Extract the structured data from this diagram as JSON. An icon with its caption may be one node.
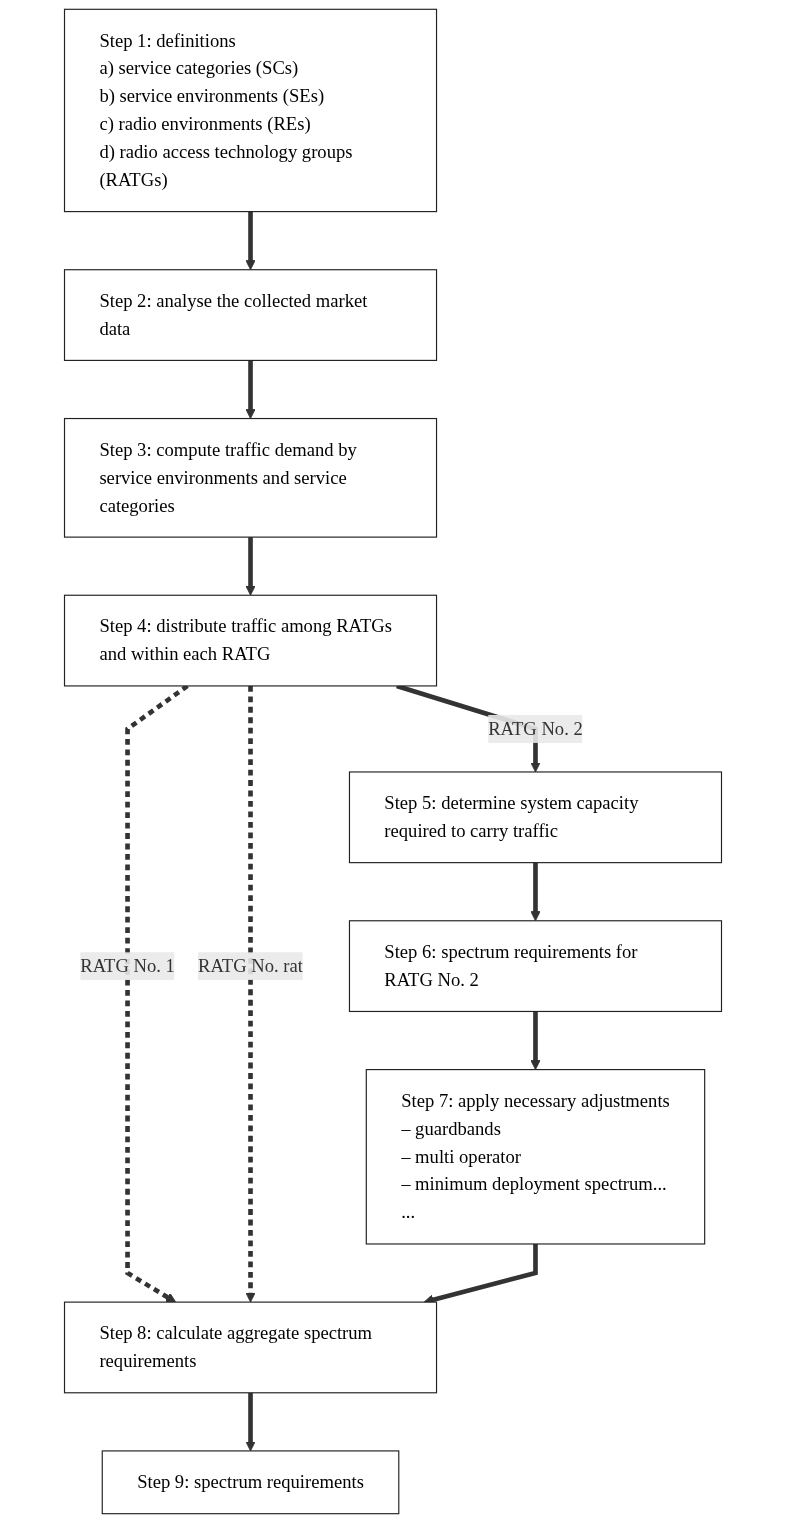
{
  "diagram": {
    "nodes": [
      {
        "text": [
          "Step 1: definitions",
          "a) service categories (SCs)",
          "b) service environments (SEs)",
          "c) radio environments (REs)",
          "d) radio access technology groups (RATGs)"
        ]
      },
      {
        "text": [
          "Step 2: analyse the collected market data"
        ]
      },
      {
        "text": [
          "Step 3: compute traffic demand by service environments and service categories"
        ]
      },
      {
        "text": [
          "Step 4: distribute traffic among RATGs and within each RATG"
        ]
      },
      {
        "text": [
          "Step 5: determine system capacity required to carry traffic"
        ]
      },
      {
        "text": [
          "Step 6: spectrum requirements for RATG No. 2"
        ]
      },
      {
        "text": [
          "Step 7: apply necessary adjustments",
          "– guardbands",
          "– multi operator",
          "– minimum deployment spectrum...",
          "..."
        ]
      },
      {
        "text": [
          "Step 8: calculate aggregate spectrum requirements"
        ]
      },
      {
        "text": [
          "Step 9: spectrum requirements"
        ]
      }
    ],
    "edges": [
      {
        "from": 0,
        "to": 1,
        "arrow": "to"
      },
      {
        "from": 1,
        "to": 2,
        "arrow": "to"
      },
      {
        "from": 2,
        "to": 3,
        "arrow": "to"
      },
      {
        "from": 3,
        "to": 7,
        "label": "RATG No. 1",
        "arrow": "to",
        "style": "dashed"
      },
      {
        "from": 3,
        "to": 4,
        "label": "RATG No. 2",
        "arrow": "to"
      },
      {
        "from": 3,
        "to": 7,
        "label": "RATG No. rat",
        "arrow": "to",
        "style": "dashed"
      },
      {
        "from": 4,
        "to": 5,
        "arrow": "to"
      },
      {
        "from": 5,
        "to": 6,
        "arrow": "to"
      },
      {
        "from": 6,
        "to": 7,
        "arrow": "to"
      },
      {
        "from": 7,
        "to": 8,
        "arrow": "to"
      }
    ]
  }
}
